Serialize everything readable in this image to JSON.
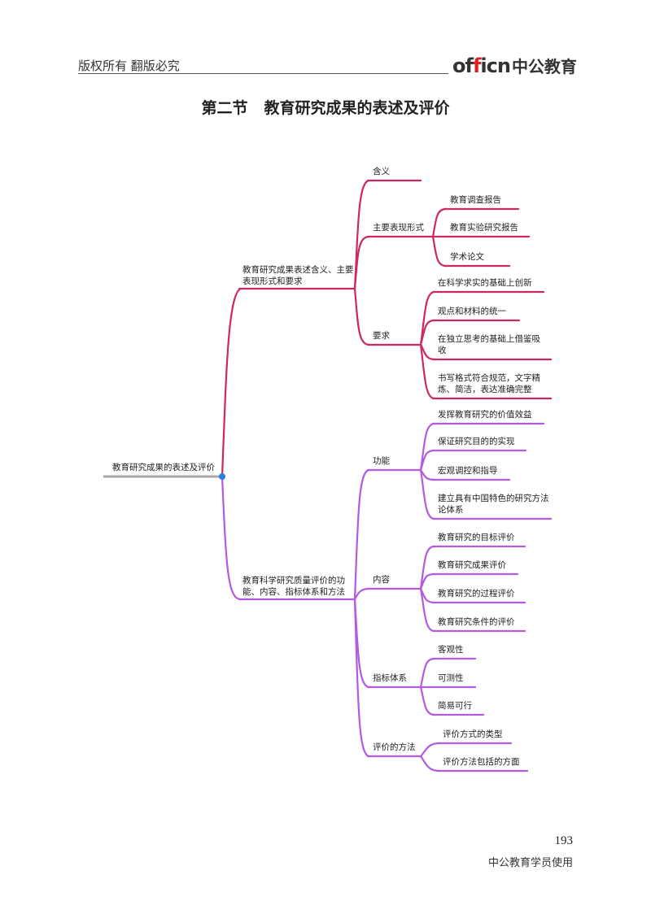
{
  "header": {
    "copyright": "版权所有  翻版必究",
    "logo_en_prefix": "of",
    "logo_en_dot": "f",
    "logo_en_suffix": "icn",
    "logo_cn": "中公教育"
  },
  "section": {
    "label": "第二节",
    "title": "教育研究成果的表述及评价"
  },
  "mindmap": {
    "root": "教育研究成果的表述及评价",
    "colors": {
      "top": "#cc2a5c",
      "bottom": "#b35ae0",
      "root_line": "#a8a8a8",
      "root_dot": "#2a7de1"
    },
    "branch1": {
      "label": "教育研究成果表述含义、主要表现形式和要求",
      "children": {
        "meaning": "含义",
        "forms": {
          "label": "主要表现形式",
          "items": [
            "教育调查报告",
            "教育实验研究报告",
            "学术论文"
          ]
        },
        "requirements": {
          "label": "要求",
          "items": [
            "在科学求实的基础上创新",
            "观点和材料的统一",
            "在独立思考的基础上借鉴吸收",
            "书写格式符合规范，文字精炼、简洁，表达准确完整"
          ]
        }
      }
    },
    "branch2": {
      "label": "教育科学研究质量评价的功能、内容、指标体系和方法",
      "children": {
        "function": {
          "label": "功能",
          "items": [
            "发挥教育研究的价值效益",
            "保证研究目的的实现",
            "宏观调控和指导",
            "建立具有中国特色的研究方法论体系"
          ]
        },
        "content": {
          "label": "内容",
          "items": [
            "教育研究的目标评价",
            "教育研究成果评价",
            "教育研究的过程评价",
            "教育研究条件的评价"
          ]
        },
        "indicators": {
          "label": "指标体系",
          "items": [
            "客观性",
            "可测性",
            "简易可行"
          ]
        },
        "methods": {
          "label": "评价的方法",
          "items": [
            "评价方式的类型",
            "评价方法包括的方面"
          ]
        }
      }
    }
  },
  "footer": {
    "page_number": "193",
    "note": "中公教育学员使用"
  }
}
